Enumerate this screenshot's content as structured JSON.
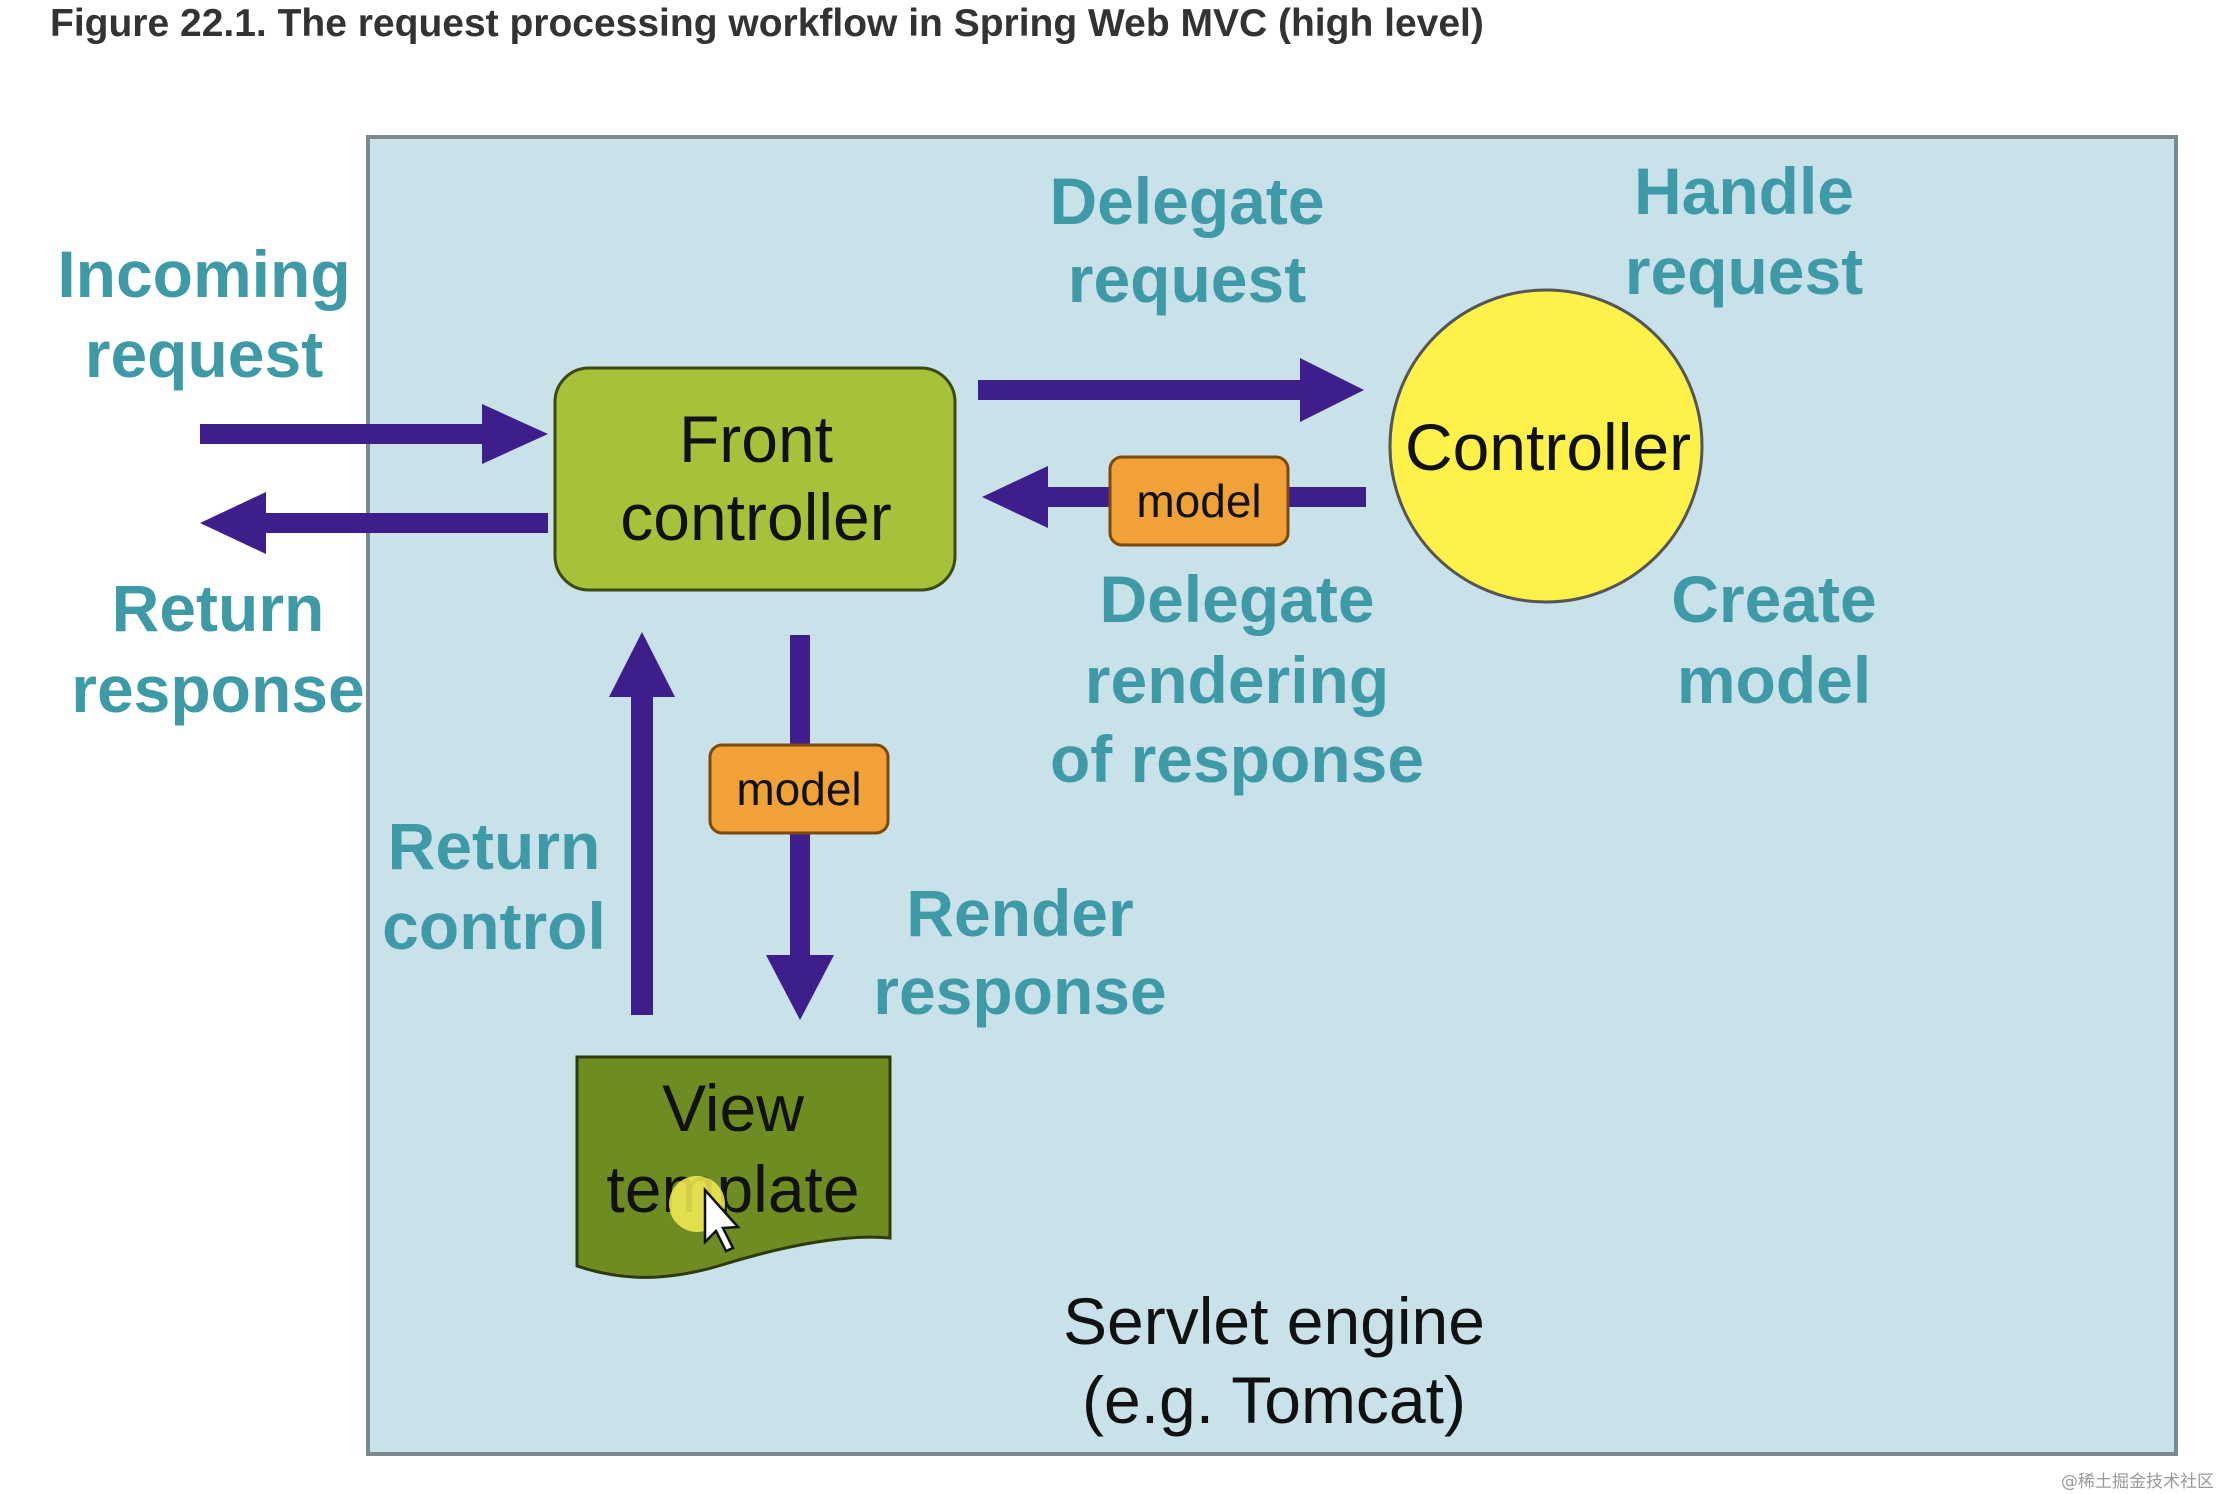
{
  "figure": {
    "title": "Figure 22.1. The request processing workflow in Spring Web MVC (high level)"
  },
  "diagram": {
    "container_label": {
      "line1": "Servlet engine",
      "line2": "(e.g. Tomcat)"
    },
    "nodes": {
      "front_controller": {
        "line1": "Front",
        "line2": "controller"
      },
      "controller": {
        "label": "Controller"
      },
      "view_template": {
        "line1": "View",
        "line2": "template"
      }
    },
    "badges": {
      "model_top": "model",
      "model_bottom": "model"
    },
    "labels": {
      "incoming_request": {
        "line1": "Incoming",
        "line2": "request"
      },
      "return_response": {
        "line1": "Return",
        "line2": "response"
      },
      "delegate_request": {
        "line1": "Delegate",
        "line2": "request"
      },
      "handle_request": {
        "line1": "Handle",
        "line2": "request"
      },
      "delegate_rendering": {
        "line1": "Delegate",
        "line2": "rendering",
        "line3": "of response"
      },
      "create_model": {
        "line1": "Create",
        "line2": "model"
      },
      "return_control": {
        "line1": "Return",
        "line2": "control"
      },
      "render_response": {
        "line1": "Render",
        "line2": "response"
      }
    },
    "colors": {
      "container_fill": "#c9e1e8",
      "arrow": "#3d1e8a",
      "label_text": "#3f9aa8",
      "front_controller_fill": "#a6c23a",
      "controller_fill": "#fdf14a",
      "view_template_fill": "#6e8c22",
      "badge_fill": "#f0a238"
    }
  },
  "watermark": "@稀土掘金技术社区"
}
